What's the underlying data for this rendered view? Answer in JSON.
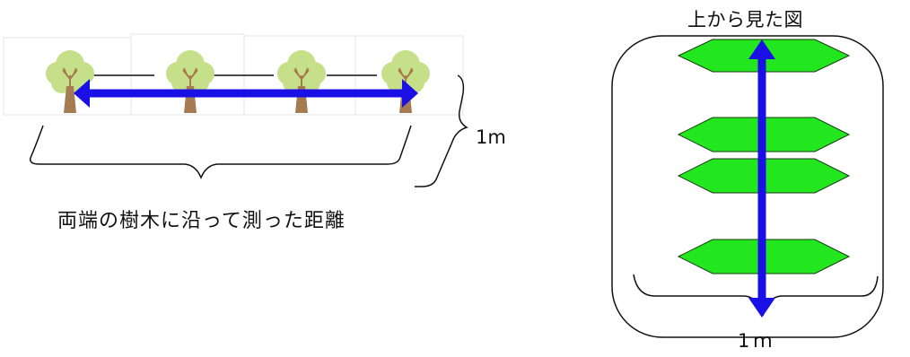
{
  "left_figure": {
    "caption": "両端の樹木に沿って測った距離",
    "height_label": "1m",
    "tree_count": 4,
    "colors": {
      "arrow": "#1a10e6",
      "foliage": "#c6e08a",
      "trunk": "#a57c52"
    }
  },
  "right_figure": {
    "title": "上から見た図",
    "width_label": "1ｍ",
    "plant_rows": 4,
    "colors": {
      "plant_fill": "#22e61e",
      "plant_stroke": "#1a3a12",
      "arrow": "#1a10e6"
    }
  }
}
